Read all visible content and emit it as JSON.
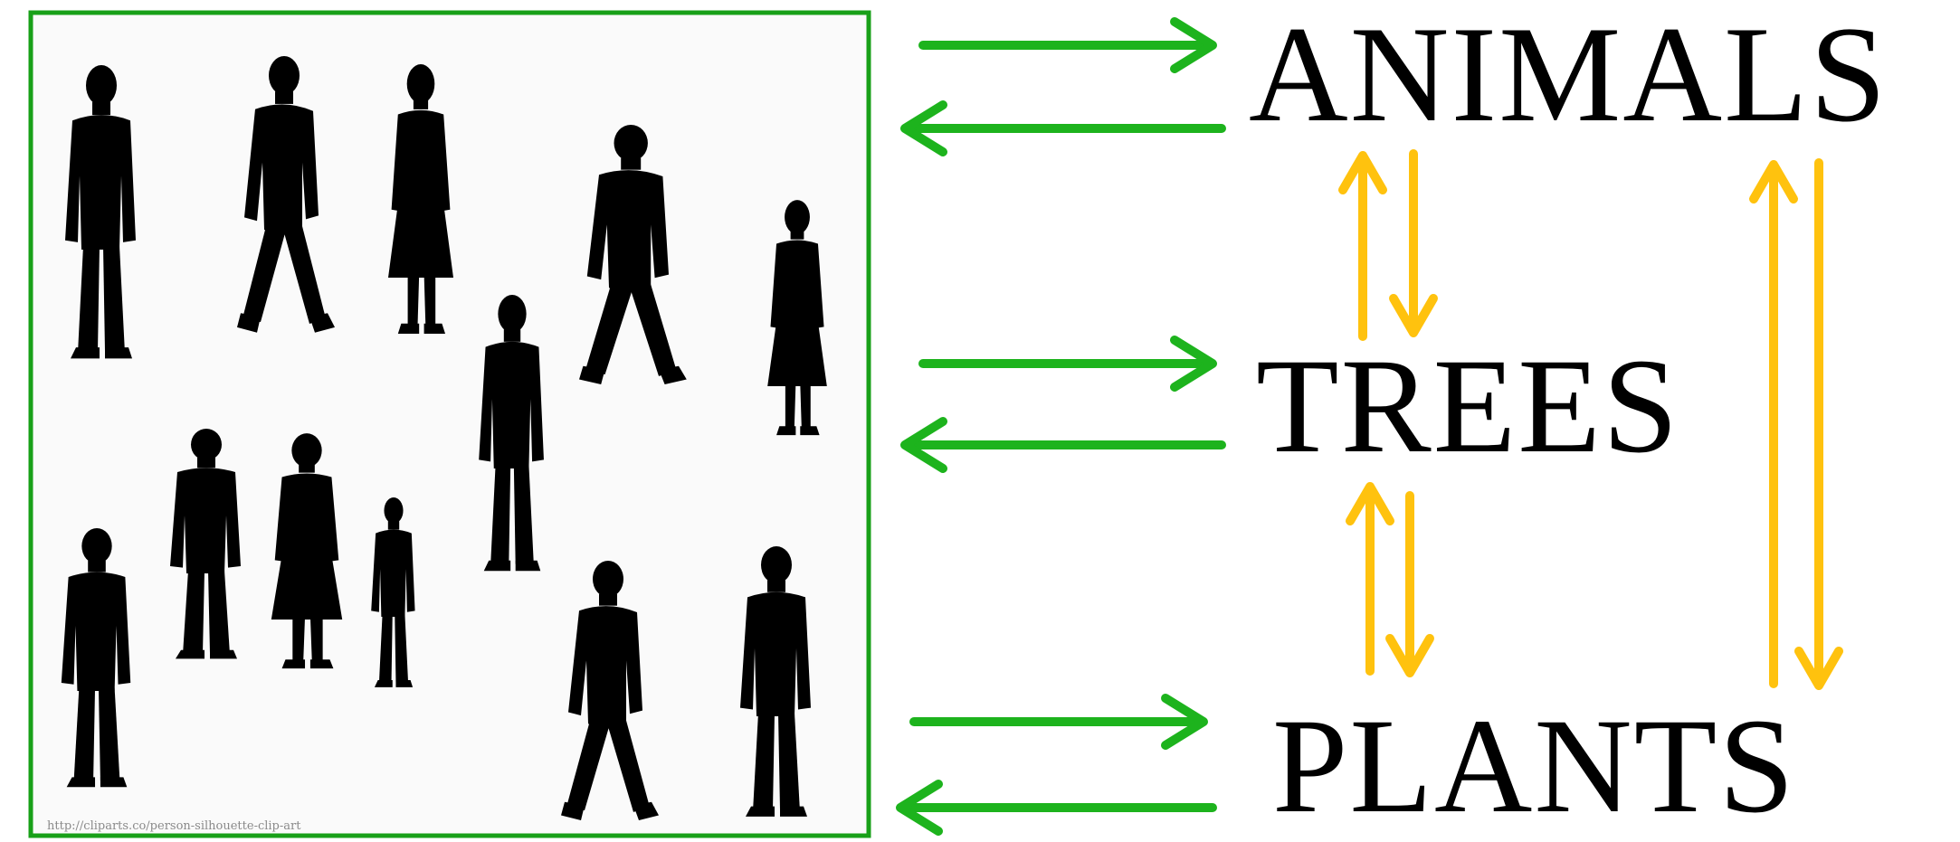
{
  "labels": {
    "animals": "ANIMALS",
    "trees": "TREES",
    "plants": "PLANTS"
  },
  "image_credit": "http://cliparts.co/person-silhouette-clip-art",
  "colors": {
    "frame": "#18a018",
    "green_arrow": "#1db31d",
    "yellow_arrow": "#ffc20e",
    "silhouette": "#000000"
  },
  "figure": {
    "panel": "crowd of people silhouettes",
    "icons": [
      "person-silhouette-icon"
    ]
  }
}
